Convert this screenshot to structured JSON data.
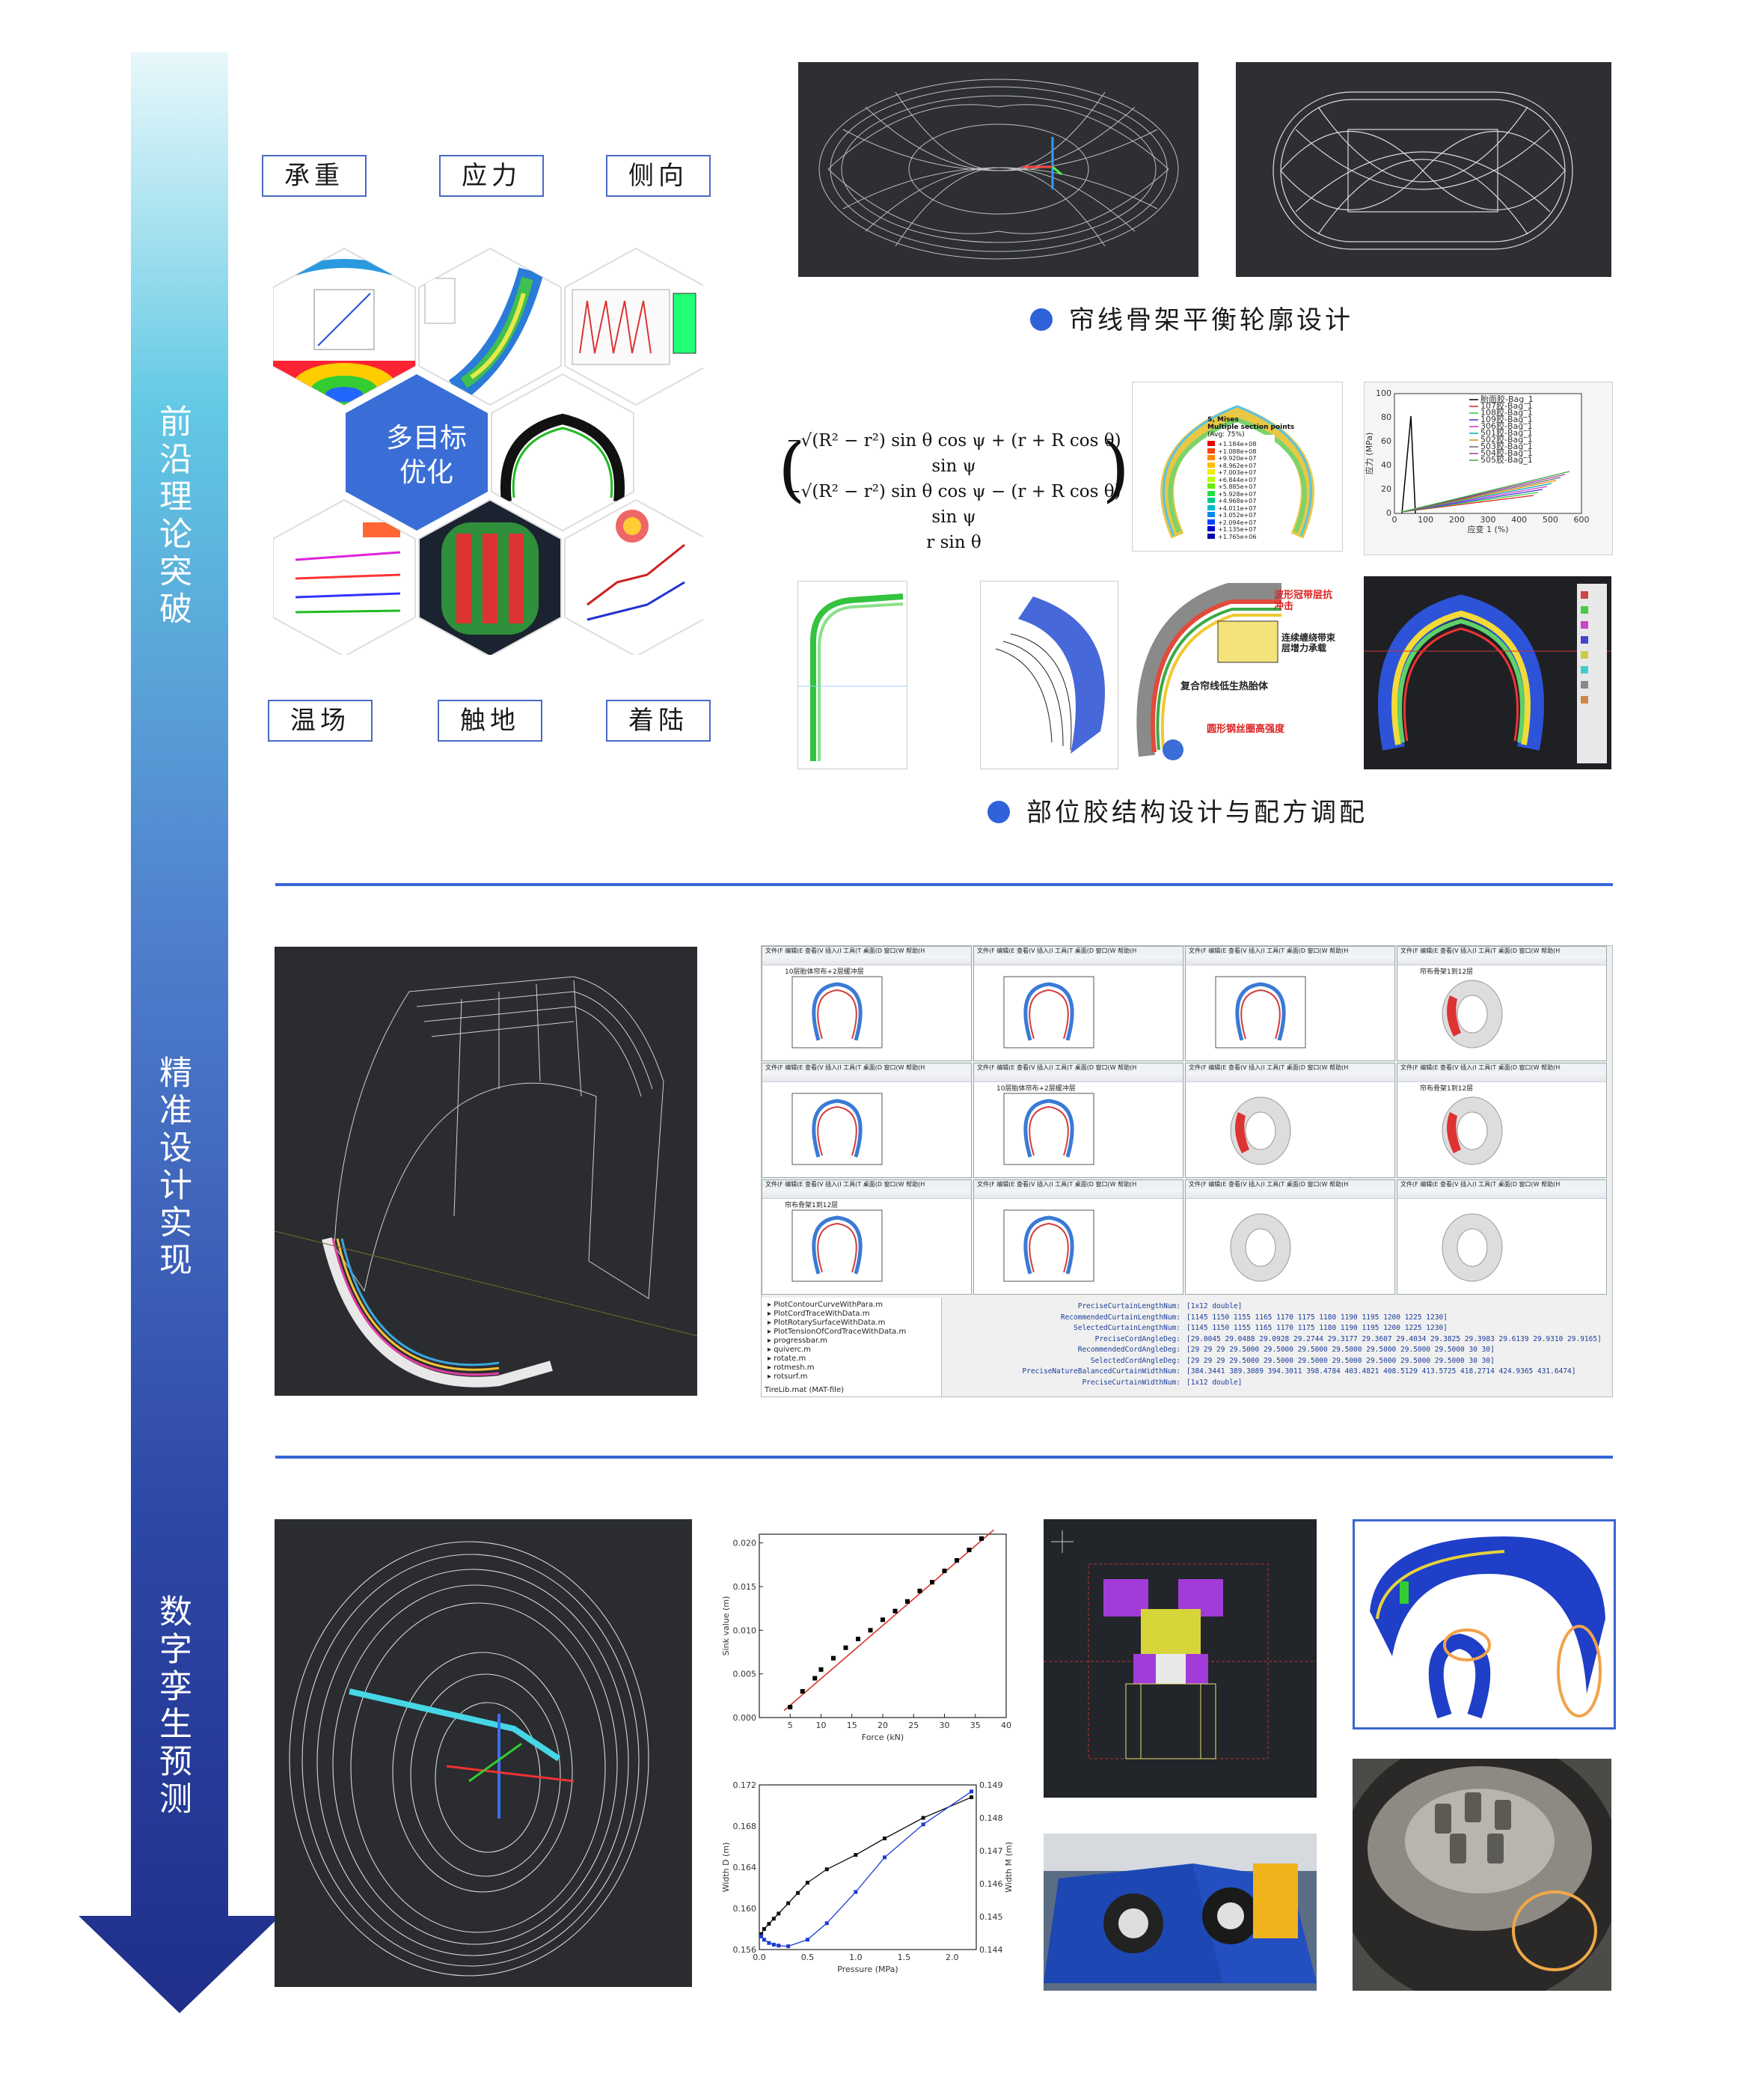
{
  "stages": [
    {
      "label": "前沿理论突破"
    },
    {
      "label": "精准设计实现"
    },
    {
      "label": "数字孪生预测"
    }
  ],
  "tags": {
    "top": [
      "承重",
      "应力",
      "侧向"
    ],
    "bottom": [
      "温场",
      "触地",
      "着陆"
    ]
  },
  "hex_center": {
    "line1": "多目标",
    "line2": "优化"
  },
  "captions": {
    "cord_design": "帘线骨架平衡轮廓设计",
    "rubber_design": "部位胶结构设计与配方调配"
  },
  "formula": {
    "line1": "−√(R² − r²) sin θ cos ψ + (r + R cos θ) sin ψ",
    "line2": "−√(R² − r²) sin θ cos ψ − (r + R cos θ) sin ψ",
    "line3": "r sin θ"
  },
  "stress_legend": {
    "title": "S, Mises",
    "subtitle": "Multiple section points",
    "avg": "(Avg: 75%)",
    "values": [
      "+1.184e+08",
      "+1.088e+08",
      "+9.920e+07",
      "+8.962e+07",
      "+7.003e+07",
      "+6.844e+07",
      "+5.885e+07",
      "+5.928e+07",
      "+4.968e+07",
      "+4.011e+07",
      "+3.052e+07",
      "+2.094e+07",
      "+1.135e+07",
      "+1.765e+06"
    ]
  },
  "annotations": {
    "a1": "波形冠带层抗冲击",
    "a2": "连续缠绕带束层增力承载",
    "a3": "复合帘线低生热胎体",
    "a4": "圆形钢丝圈高强度"
  },
  "matlab": {
    "menu": "文件(F 编辑(E 查看(V 插入(I 工具(T 桌面(D 窗口(W 帮助(H",
    "plot_titles": [
      "10层胎体帘布+2层缓冲层",
      "帘布骨架1到12层",
      "10层胎体帘布+2层缓冲层",
      "帘布骨架1到12层",
      "帘布骨架1到12层"
    ],
    "files": [
      "PlotContourCurveWithPara.m",
      "PlotCordTraceWithData.m",
      "PlotRotarySurfaceWithData.m",
      "PlotTensionOfCordTraceWithData.m",
      "progressbar.m",
      "quiverc.m",
      "rotate.m",
      "rotmesh.m",
      "rotsurf.m"
    ],
    "file_footer": "TireLib.mat (MAT-file)",
    "vars": [
      {
        "name": "PreciseCurtainLengthNum:",
        "value": "[1x12 double]"
      },
      {
        "name": "RecommendedCurtainLengthNum:",
        "value": "[1145 1150 1155 1165 1170 1175 1180 1190 1195 1200 1225 1230]"
      },
      {
        "name": "SelectedCurtainLengthNum:",
        "value": "[1145 1150 1155 1165 1170 1175 1180 1190 1195 1200 1225 1230]"
      },
      {
        "name": "PreciseCordAngleDeg:",
        "value": "[29.0045 29.0488 29.0928 29.2744 29.3177 29.3607 29.4034 29.3825 29.3983 29.6139 29.9310 29.9165]"
      },
      {
        "name": "RecommendedCordAngleDeg:",
        "value": "[29 29 29 29.5000 29.5000 29.5000 29.5000 29.5000 29.5000 29.5000 30 30]"
      },
      {
        "name": "SelectedCordAngleDeg:",
        "value": "[29 29 29 29.5000 29.5000 29.5000 29.5000 29.5000 29.5000 29.5000 30 30]"
      },
      {
        "name": "PreciseNatureBalancedCurtainWidthNum:",
        "value": "[384.3441 389.3089 394.3011 398.4784 403.4821 408.5129 413.5725 418.2714 424.9365 431.6474]"
      },
      {
        "name": "PreciseCurtainWidthNum:",
        "value": "[1x12 double]"
      }
    ]
  },
  "sink_chart": {
    "type": "scatter",
    "xlabel": "Force (kN)",
    "ylabel": "Sink value (m)",
    "xlim": [
      0,
      40
    ],
    "ylim": [
      0,
      0.021
    ],
    "xticks": [
      5,
      10,
      15,
      20,
      25,
      30,
      35,
      40
    ],
    "yticks": [
      "0.000",
      "0.005",
      "0.010",
      "0.015",
      "0.020"
    ],
    "x": [
      5,
      7,
      9,
      10,
      12,
      14,
      16,
      18,
      20,
      22,
      24,
      26,
      28,
      30,
      32,
      34,
      36
    ],
    "y": [
      0.0012,
      0.003,
      0.0045,
      0.0055,
      0.0068,
      0.008,
      0.009,
      0.01,
      0.0112,
      0.0122,
      0.0133,
      0.0145,
      0.0155,
      0.0168,
      0.018,
      0.0192,
      0.0205
    ],
    "fit": [
      [
        4,
        0.0008
      ],
      [
        38,
        0.0215
      ]
    ],
    "colors": {
      "points": "#000000",
      "fit": "#d62a1e"
    }
  },
  "width_chart": {
    "type": "line",
    "xlabel": "Pressure (MPa)",
    "ylabel": "Width D (m)",
    "y2label": "Width M (m)",
    "xlim": [
      0,
      2.25
    ],
    "ylim": [
      0.156,
      0.172
    ],
    "y2lim": [
      0.144,
      0.149
    ],
    "xticks": [
      "0.0",
      "0.5",
      "1.0",
      "1.5",
      "2.0"
    ],
    "yticks": [
      "0.156",
      "0.160",
      "0.164",
      "0.168",
      "0.172"
    ],
    "y2ticks": [
      "0.144",
      "0.145",
      "0.146",
      "0.147",
      "0.148",
      "0.149"
    ],
    "series": [
      {
        "name": "Width D (m)",
        "color": "#111111",
        "x": [
          0.02,
          0.05,
          0.1,
          0.15,
          0.2,
          0.3,
          0.4,
          0.5,
          0.7,
          1.0,
          1.3,
          1.7,
          2.2
        ],
        "y": [
          0.1575,
          0.158,
          0.1585,
          0.159,
          0.1595,
          0.1605,
          0.1615,
          0.1625,
          0.1638,
          0.1652,
          0.1668,
          0.1688,
          0.1708
        ]
      },
      {
        "name": "Width M (m)",
        "color": "#1a3bd1",
        "axis": "right",
        "x": [
          0.02,
          0.05,
          0.1,
          0.15,
          0.2,
          0.3,
          0.5,
          0.7,
          1.0,
          1.3,
          1.7,
          2.2
        ],
        "y": [
          0.1444,
          0.1443,
          0.1442,
          0.14415,
          0.14412,
          0.1441,
          0.1443,
          0.1448,
          0.14575,
          0.1468,
          0.1478,
          0.1488
        ]
      }
    ]
  },
  "rebound_chart": {
    "type": "line",
    "xlabel": "应变 1 (%)",
    "ylabel": "应力 (MPa)",
    "xticks": [
      "0",
      "100",
      "200",
      "300",
      "400",
      "500",
      "600"
    ],
    "yticks": [
      "0",
      "20",
      "40",
      "60",
      "80",
      "100"
    ],
    "legend": [
      "胎面胶-Bag_1",
      "107胶-Bag_1",
      "108胶-Bag_1",
      "109胶-Bag_1",
      "306胶-Bag_1",
      "501胶-Bag_1",
      "502胶-Bag_1",
      "503胶-Bag_1",
      "504胶-Bag_1",
      "505胶-Bag_1"
    ]
  },
  "colors": {
    "accent": "#2f62d9",
    "arrow_top": "#dff6fb",
    "arrow_mid": "#6fa6de",
    "arrow_bottom": "#253993",
    "dark_panel": "#2b2e33"
  }
}
